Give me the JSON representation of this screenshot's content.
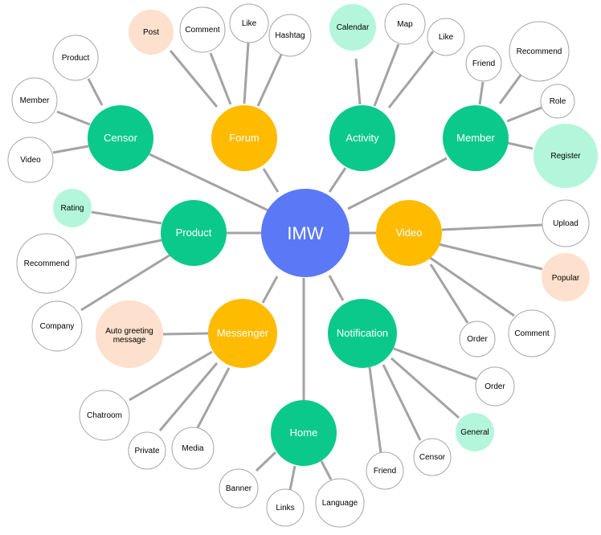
{
  "center": {
    "label": "IMW",
    "color": "#5b78f6"
  },
  "categories": {
    "censor": "Censor",
    "forum": "Forum",
    "activity": "Activity",
    "member": "Member",
    "product": "Product",
    "video": "Video",
    "messenger": "Messenger",
    "notification": "Notification",
    "home": "Home"
  },
  "leaves": {
    "censor": [
      "Product",
      "Member",
      "Video"
    ],
    "forum": [
      "Post",
      "Comment",
      "Like",
      "Hashtag"
    ],
    "activity": [
      "Calendar",
      "Map",
      "Like"
    ],
    "member": [
      "Friend",
      "Recommend",
      "Role",
      "Register"
    ],
    "product": [
      "Rating",
      "Recommend",
      "Company"
    ],
    "video": [
      "Upload",
      "Popular",
      "Comment",
      "Order"
    ],
    "messenger": [
      "Auto greeting",
      "message",
      "Chatroom",
      "Private",
      "Media"
    ],
    "notification": [
      "Order",
      "General",
      "Censor",
      "Friend"
    ],
    "home": [
      "Banner",
      "Links",
      "Language"
    ]
  },
  "colors": {
    "green": "#0ac98a",
    "amber": "#ffbb00",
    "blue": "#5b78f6",
    "peach": "#fde0cd",
    "mint": "#b4f6dc",
    "edge": "#a3a3a3"
  }
}
